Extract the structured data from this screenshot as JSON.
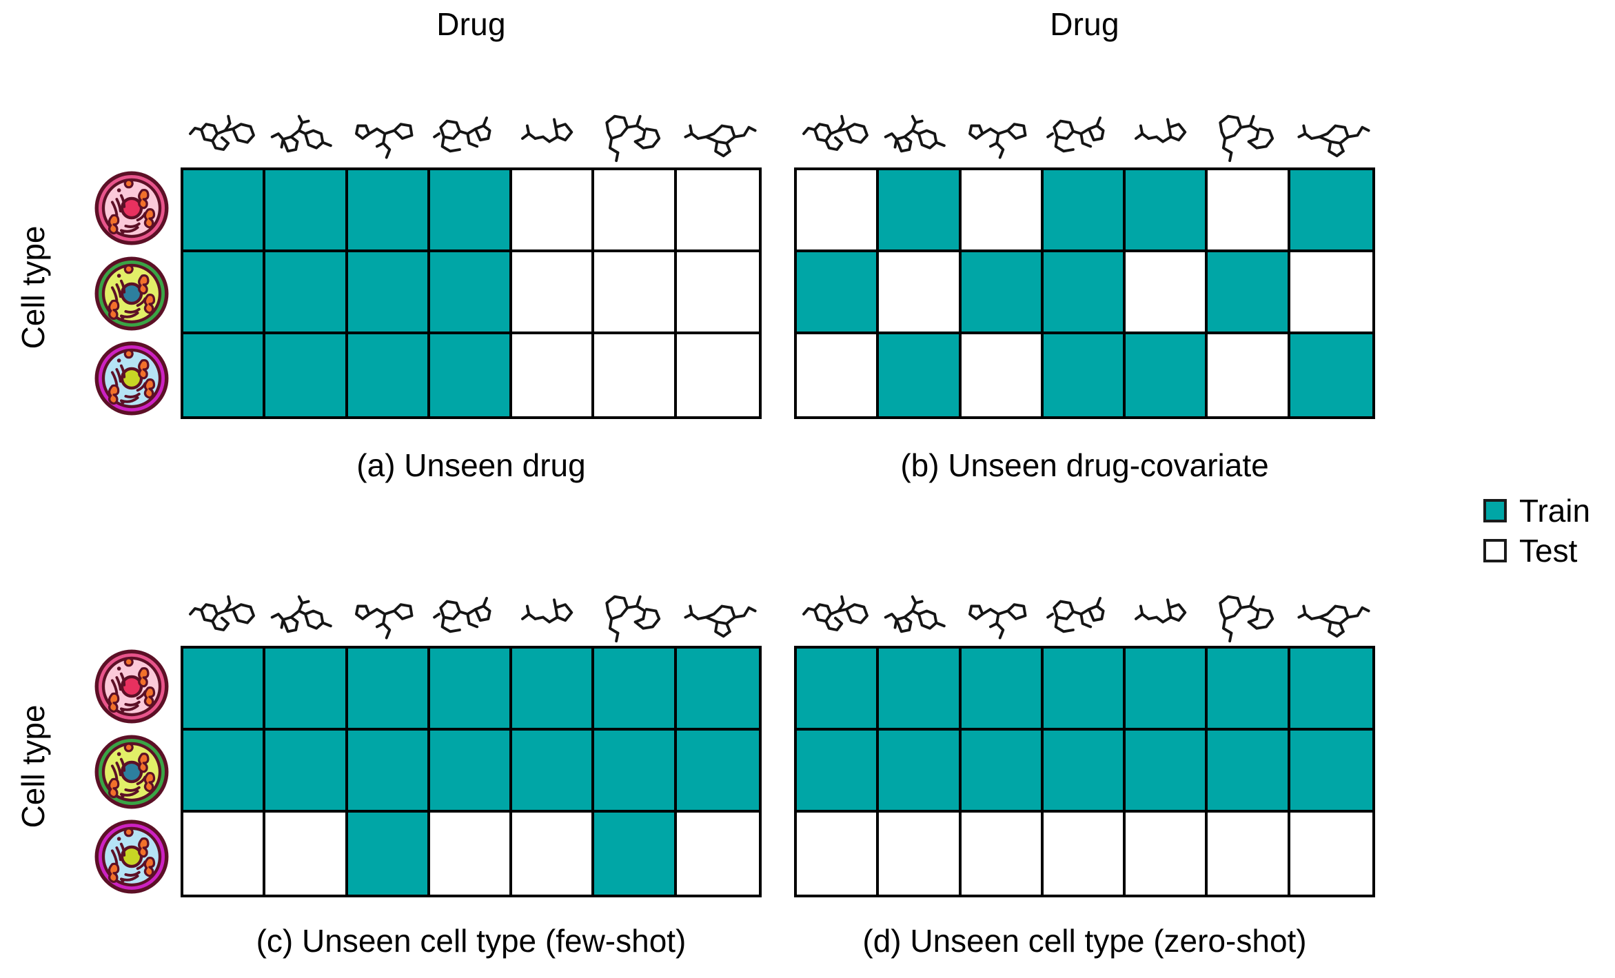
{
  "figure": {
    "axis_labels": {
      "x_top": "Drug",
      "y_left": "Cell type"
    },
    "legend": {
      "position": "right",
      "items": [
        {
          "label": "Train",
          "color": "#00a6a6",
          "fill": "filled"
        },
        {
          "label": "Test",
          "color": "#ffffff",
          "fill": "empty"
        }
      ]
    },
    "colors": {
      "train": "#00a6a6",
      "test": "#ffffff",
      "grid_line": "#000000",
      "text": "#000000"
    },
    "cell_types": [
      {
        "name": "cell-type-1",
        "ring": "#e8558c",
        "outline": "#5c1026",
        "cytoplasm": "#fbc9d9",
        "nucleus": "#e8315f",
        "organelle": "#f2712b"
      },
      {
        "name": "cell-type-2",
        "ring": "#3aa445",
        "outline": "#5c1026",
        "cytoplasm": "#e2ef68",
        "nucleus": "#2d7f9e",
        "organelle": "#f2712b"
      },
      {
        "name": "cell-type-3",
        "ring": "#cc22c2",
        "outline": "#5c1026",
        "cytoplasm": "#b5e3f5",
        "nucleus": "#c8d625",
        "organelle": "#f2712b"
      }
    ],
    "drugs": [
      {
        "id": "drug-1",
        "name": "molecule-1"
      },
      {
        "id": "drug-2",
        "name": "molecule-2"
      },
      {
        "id": "drug-3",
        "name": "molecule-3"
      },
      {
        "id": "drug-4",
        "name": "molecule-4"
      },
      {
        "id": "drug-5",
        "name": "molecule-5"
      },
      {
        "id": "drug-6",
        "name": "molecule-6"
      },
      {
        "id": "drug-7",
        "name": "molecule-7"
      }
    ]
  },
  "chart_data": {
    "type": "heatmap",
    "title": "",
    "xlabel": "Drug",
    "ylabel": "Cell type",
    "grid": true,
    "legend_position": "right",
    "categories_x": [
      "drug-1",
      "drug-2",
      "drug-3",
      "drug-4",
      "drug-5",
      "drug-6",
      "drug-7"
    ],
    "categories_y": [
      "cell-type-1",
      "cell-type-2",
      "cell-type-3"
    ],
    "value_map": {
      "1": "Train",
      "0": "Test"
    },
    "color_map": {
      "1": "#00a6a6",
      "0": "#ffffff"
    },
    "panels": [
      {
        "key": "a",
        "caption": "(a) Unseen drug",
        "values": [
          [
            1,
            1,
            1,
            1,
            0,
            0,
            0
          ],
          [
            1,
            1,
            1,
            1,
            0,
            0,
            0
          ],
          [
            1,
            1,
            1,
            1,
            0,
            0,
            0
          ]
        ]
      },
      {
        "key": "b",
        "caption": "(b) Unseen drug-covariate",
        "values": [
          [
            0,
            1,
            0,
            1,
            1,
            0,
            1
          ],
          [
            1,
            0,
            1,
            1,
            0,
            1,
            0
          ],
          [
            0,
            1,
            0,
            1,
            1,
            0,
            1
          ]
        ]
      },
      {
        "key": "c",
        "caption": "(c) Unseen cell type (few-shot)",
        "values": [
          [
            1,
            1,
            1,
            1,
            1,
            1,
            1
          ],
          [
            1,
            1,
            1,
            1,
            1,
            1,
            1
          ],
          [
            0,
            0,
            1,
            0,
            0,
            1,
            0
          ]
        ]
      },
      {
        "key": "d",
        "caption": "(d) Unseen cell type (zero-shot)",
        "values": [
          [
            1,
            1,
            1,
            1,
            1,
            1,
            1
          ],
          [
            1,
            1,
            1,
            1,
            1,
            1,
            1
          ],
          [
            0,
            0,
            0,
            0,
            0,
            0,
            0
          ]
        ]
      }
    ]
  }
}
